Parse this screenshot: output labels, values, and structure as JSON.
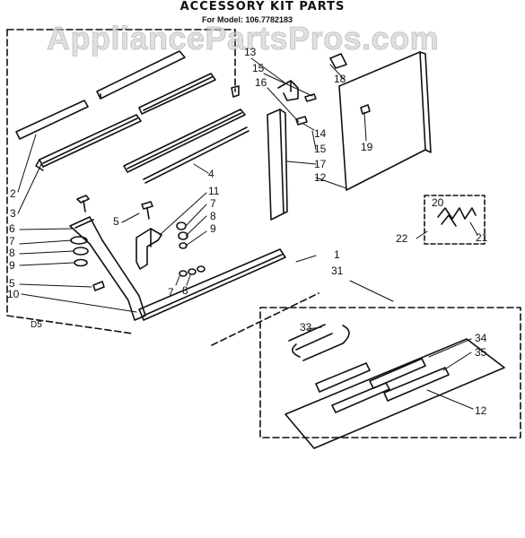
{
  "diagram": {
    "title": "ACCESSORY KIT PARTS",
    "model_line": "For Model: 106.7782183",
    "watermark": "AppliancePartsPros.com",
    "diagram_code": "D5",
    "part_labels": [
      "1",
      "2",
      "3",
      "4",
      "5",
      "6",
      "7",
      "8",
      "9",
      "10",
      "11",
      "12",
      "13",
      "14",
      "15",
      "16",
      "17",
      "18",
      "19",
      "20",
      "21",
      "22",
      "31",
      "33",
      "34",
      "35"
    ],
    "colors": {
      "ink": "#111111",
      "watermark": "#cdcdcd",
      "background": "#ffffff"
    }
  }
}
